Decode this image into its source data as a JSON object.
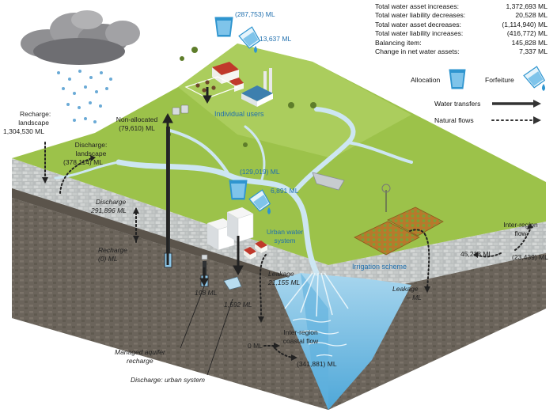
{
  "summary": {
    "rows": [
      {
        "label": "Total water asset increases:",
        "value": "1,372,693 ML"
      },
      {
        "label": "Total water liability decreases:",
        "value": "20,528 ML"
      },
      {
        "label": "Total water asset decreases:",
        "value": "(1,114,940) ML"
      },
      {
        "label": "Total water liability increases:",
        "value": "(416,772) ML"
      },
      {
        "label": "Balancing item:",
        "value": "145,828 ML"
      },
      {
        "label": "Change in net water assets:",
        "value": "7,337 ML"
      }
    ]
  },
  "legend": {
    "allocation": "Allocation",
    "forfeiture": "Forfeiture",
    "water_transfers": "Water transfers",
    "natural_flows": "Natural flows"
  },
  "labels": {
    "individual_allocation": "(287,753) ML",
    "individual_forfeiture": "13,637 ML",
    "individual_users": "Individual users",
    "recharge_landscape_1": "Recharge:",
    "recharge_landscape_2": "landscape",
    "recharge_landscape_value": "1,304,530 ML",
    "discharge_landscape_1": "Discharge:",
    "discharge_landscape_2": "landscape",
    "discharge_landscape_value": "(378,114) ML",
    "non_allocated_1": "Non-allocated",
    "non_allocated_value": "(79,610) ML",
    "discharge_label": "Discharge",
    "discharge_value": "291,896 ML",
    "recharge_label": "Recharge",
    "recharge_value": "(0) ML",
    "irrigation_allocation": "(129,019) ML",
    "irrigation_forfeiture": "6,891 ML",
    "urban_water_1": "Urban water",
    "urban_water_2": "system",
    "irrigation_scheme": "Irrigation scheme",
    "leakage_urban_1": "Leakage",
    "leakage_urban_value": "21,155 ML",
    "leakage_irrigation_1": "Leakage",
    "leakage_irrigation_value": "– ML",
    "inter_region_flow_1": "Inter-region",
    "inter_region_flow_2": "flow",
    "inter_region_in": "45,218 ML",
    "inter_region_out": "(23,439) ML",
    "mar_value": "198 ML",
    "urban_discharge_value": "1,592 ML",
    "coastal_flow_1": "Inter-region",
    "coastal_flow_2": "coastal flow",
    "coastal_in": "0 ML",
    "coastal_out": "(341,881) ML",
    "mar_label_1": "Managed aquifer",
    "mar_label_2": "recharge",
    "discharge_urban_label": "Discharge: urban system"
  },
  "colors": {
    "grass": "#9cc24a",
    "grass_light": "#b5d36a",
    "river": "#bfe0ef",
    "sea": "#7cc1e4",
    "soil": "#6e665d",
    "stone": "#aeb3b3",
    "label_blue": "#1f6fae"
  }
}
